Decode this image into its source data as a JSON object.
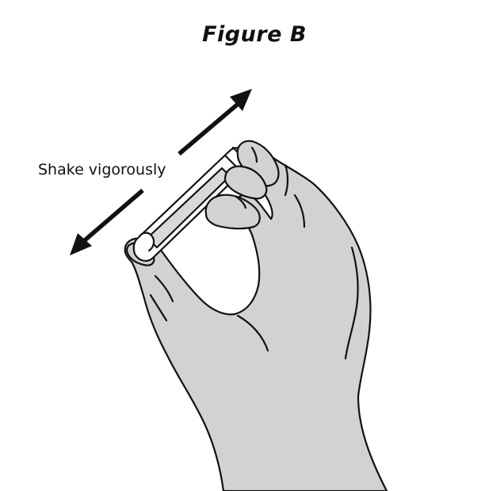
{
  "figure": {
    "title": "Figure B"
  },
  "annotation": {
    "shake_label": "Shake vigorously"
  },
  "colors": {
    "skin_fill": "#d2d2d2",
    "outline": "#111111",
    "vial_fill": "#ffffff",
    "vial_inner": "#d9d9d9",
    "arrow": "#111111"
  },
  "icons": {
    "direction_arrow": "double-headed-arrow",
    "hand": "hand-holding-vial"
  }
}
